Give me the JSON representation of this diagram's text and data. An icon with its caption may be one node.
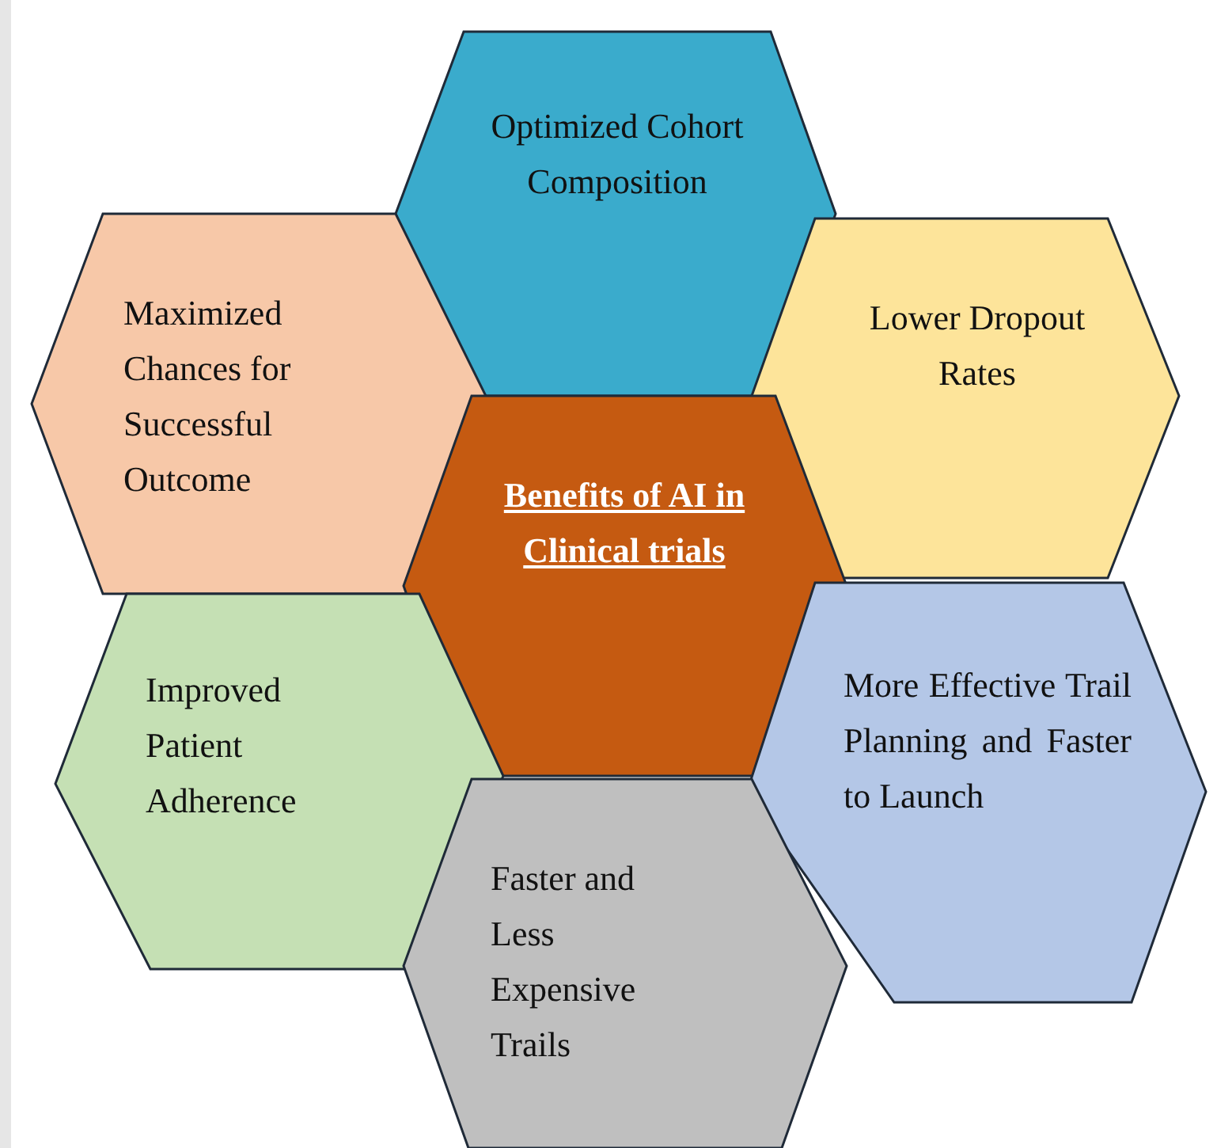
{
  "diagram": {
    "nodes": [
      {
        "text": [
          "Optimized Cohort Composition"
        ]
      },
      {
        "text": [
          "Maximized Chances for Successful Outcome"
        ]
      },
      {
        "text": [
          "Lower Dropout Rates"
        ]
      },
      {
        "text": [
          "Benefits of AI in Clinical trials"
        ]
      },
      {
        "text": [
          "Improved Patient Adherence"
        ]
      },
      {
        "text": [
          "More Effective Trail Planning and Faster to Launch"
        ]
      },
      {
        "text": [
          "Faster and Less Expensive Trails"
        ]
      }
    ]
  }
}
